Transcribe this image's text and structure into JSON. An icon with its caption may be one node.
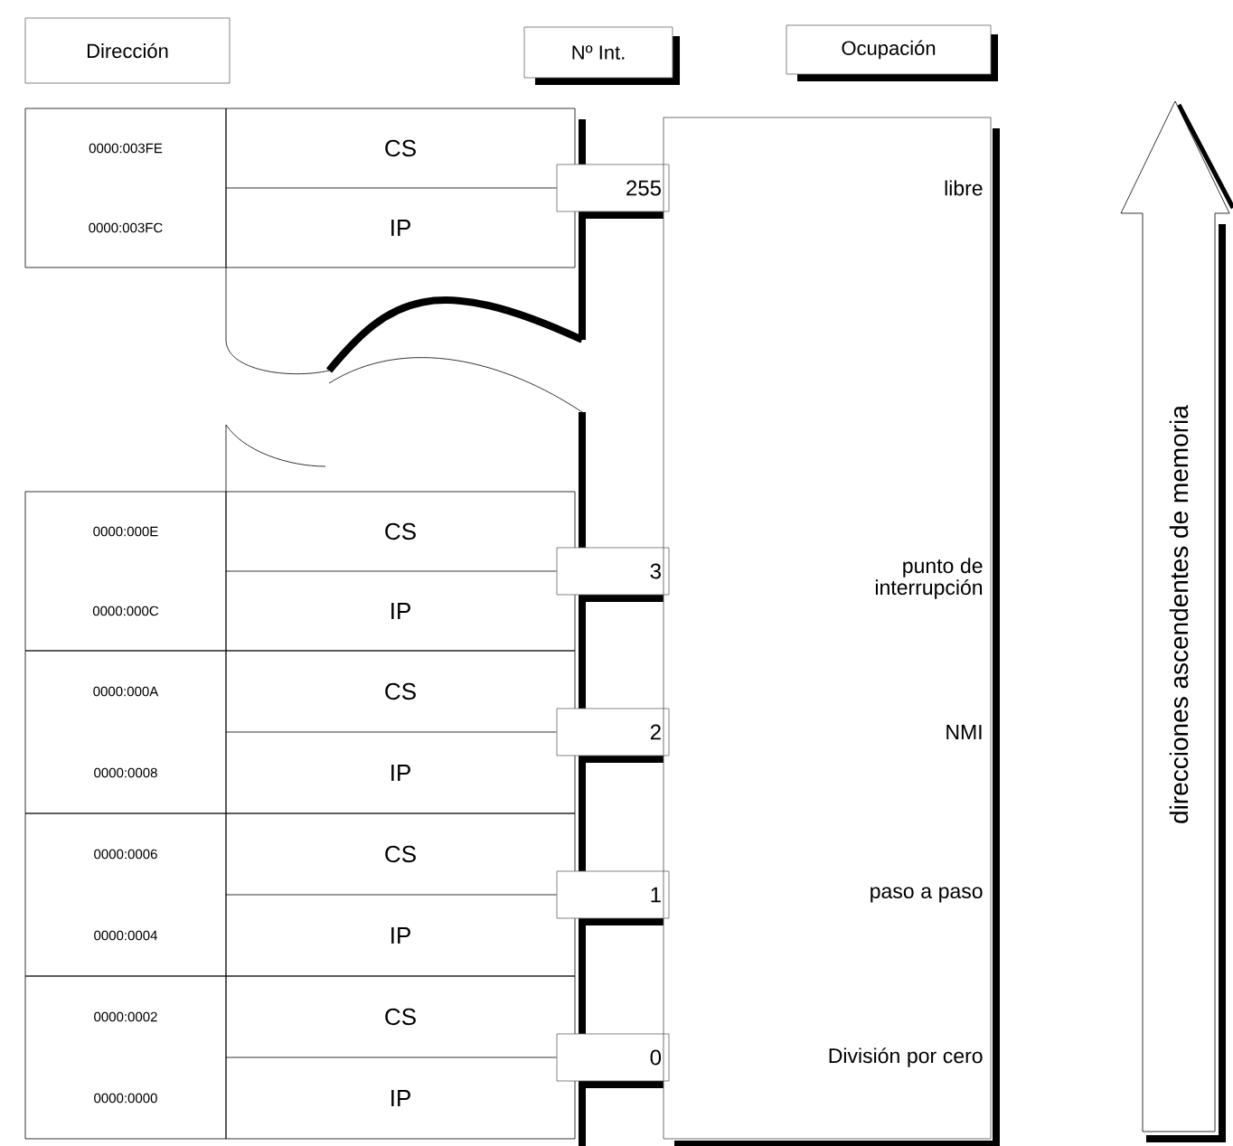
{
  "diagram": {
    "nodes": [
      {
        "text": [
          "Dirección"
        ]
      },
      {
        "text": [
          "Nº Int."
        ]
      },
      {
        "text": [
          "Ocupación"
        ]
      },
      {
        "text": [
          "0000:003FE",
          "0000:003FC"
        ]
      },
      {
        "text": [
          "CS",
          "IP"
        ]
      },
      {
        "text": [
          "0000:000E",
          "0000:000C"
        ]
      },
      {
        "text": [
          "CS",
          "IP"
        ]
      },
      {
        "text": [
          "0000:000A",
          "0000:0008"
        ]
      },
      {
        "text": [
          "CS",
          "IP"
        ]
      },
      {
        "text": [
          "0000:0006",
          "0000:0004"
        ]
      },
      {
        "text": [
          "CS",
          "IP"
        ]
      },
      {
        "text": [
          "0000:0002",
          "0000:0000"
        ]
      },
      {
        "text": [
          "CS",
          "IP"
        ]
      },
      {
        "text": [
          "255"
        ]
      },
      {
        "text": [
          "3"
        ]
      },
      {
        "text": [
          "2"
        ]
      },
      {
        "text": [
          "1"
        ]
      },
      {
        "text": [
          "0"
        ]
      },
      {
        "text": [
          "libre",
          "punto de interrupción",
          "NMI",
          "paso a paso",
          "División por cero"
        ]
      },
      {
        "text": [
          "direcciones ascendentes de memoria"
        ]
      }
    ],
    "edges": [
      {
        "from": 4,
        "to": 13,
        "arrow": "none"
      },
      {
        "from": 6,
        "to": 14,
        "arrow": "none"
      },
      {
        "from": 8,
        "to": 15,
        "arrow": "none"
      },
      {
        "from": 10,
        "to": 16,
        "arrow": "none"
      },
      {
        "from": 12,
        "to": 17,
        "arrow": "none"
      }
    ]
  }
}
